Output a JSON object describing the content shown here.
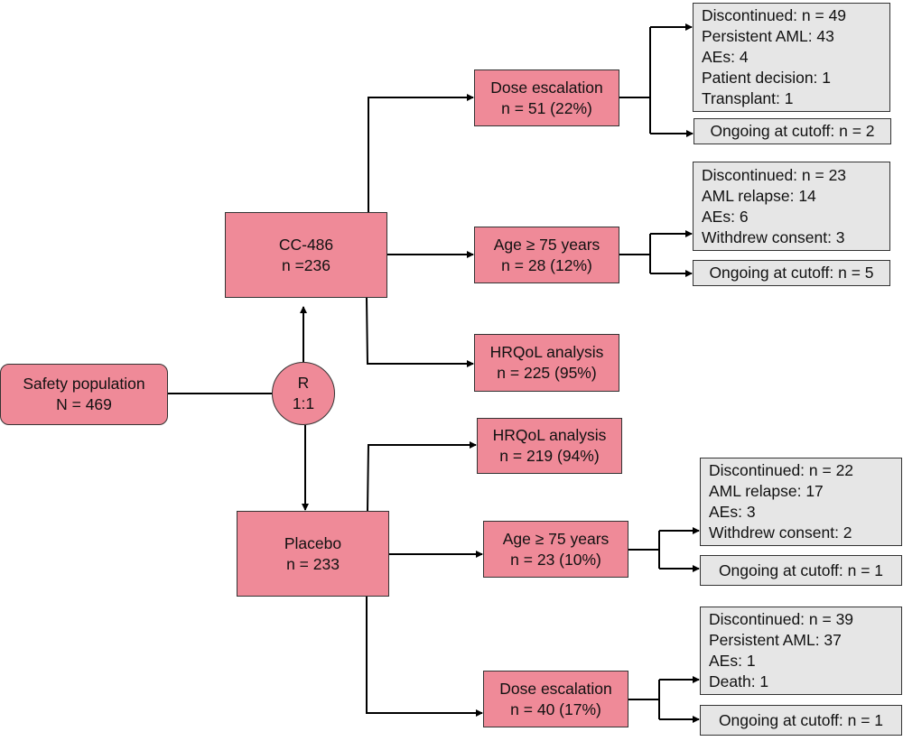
{
  "colors": {
    "arm_box": "#ef8a98",
    "outcome_box": "#e6e6e6",
    "line": "#000000"
  },
  "safety": {
    "title": "Safety population",
    "n": "N = 469"
  },
  "randomization": {
    "label": "R",
    "ratio": "1:1"
  },
  "cc486": {
    "title": "CC-486",
    "n": "n =236",
    "dose_escalation": {
      "title": "Dose escalation",
      "n": "n = 51 (22%)",
      "discontinued": [
        "Discontinued: n = 49",
        "Persistent AML: 43",
        "AEs: 4",
        "Patient decision: 1",
        "Transplant: 1"
      ],
      "ongoing": "Ongoing at cutoff: n = 2"
    },
    "age75": {
      "title": "Age ≥ 75 years",
      "n": "n = 28 (12%)",
      "discontinued": [
        "Discontinued: n = 23",
        "AML relapse: 14",
        "AEs: 6",
        "Withdrew consent: 3"
      ],
      "ongoing": "Ongoing at cutoff: n = 5"
    },
    "hrqol": {
      "title": "HRQoL analysis",
      "n": "n = 225 (95%)"
    }
  },
  "placebo": {
    "title": "Placebo",
    "n": "n = 233",
    "hrqol": {
      "title": "HRQoL analysis",
      "n": "n = 219 (94%)"
    },
    "age75": {
      "title": "Age ≥ 75 years",
      "n": "n = 23 (10%)",
      "discontinued": [
        "Discontinued: n = 22",
        "AML relapse: 17",
        "AEs: 3",
        "Withdrew consent: 2"
      ],
      "ongoing": "Ongoing at cutoff: n = 1"
    },
    "dose_escalation": {
      "title": "Dose escalation",
      "n": "n = 40 (17%)",
      "discontinued": [
        "Discontinued: n = 39",
        "Persistent AML: 37",
        "AEs: 1",
        "Death: 1"
      ],
      "ongoing": "Ongoing at cutoff: n = 1"
    }
  }
}
